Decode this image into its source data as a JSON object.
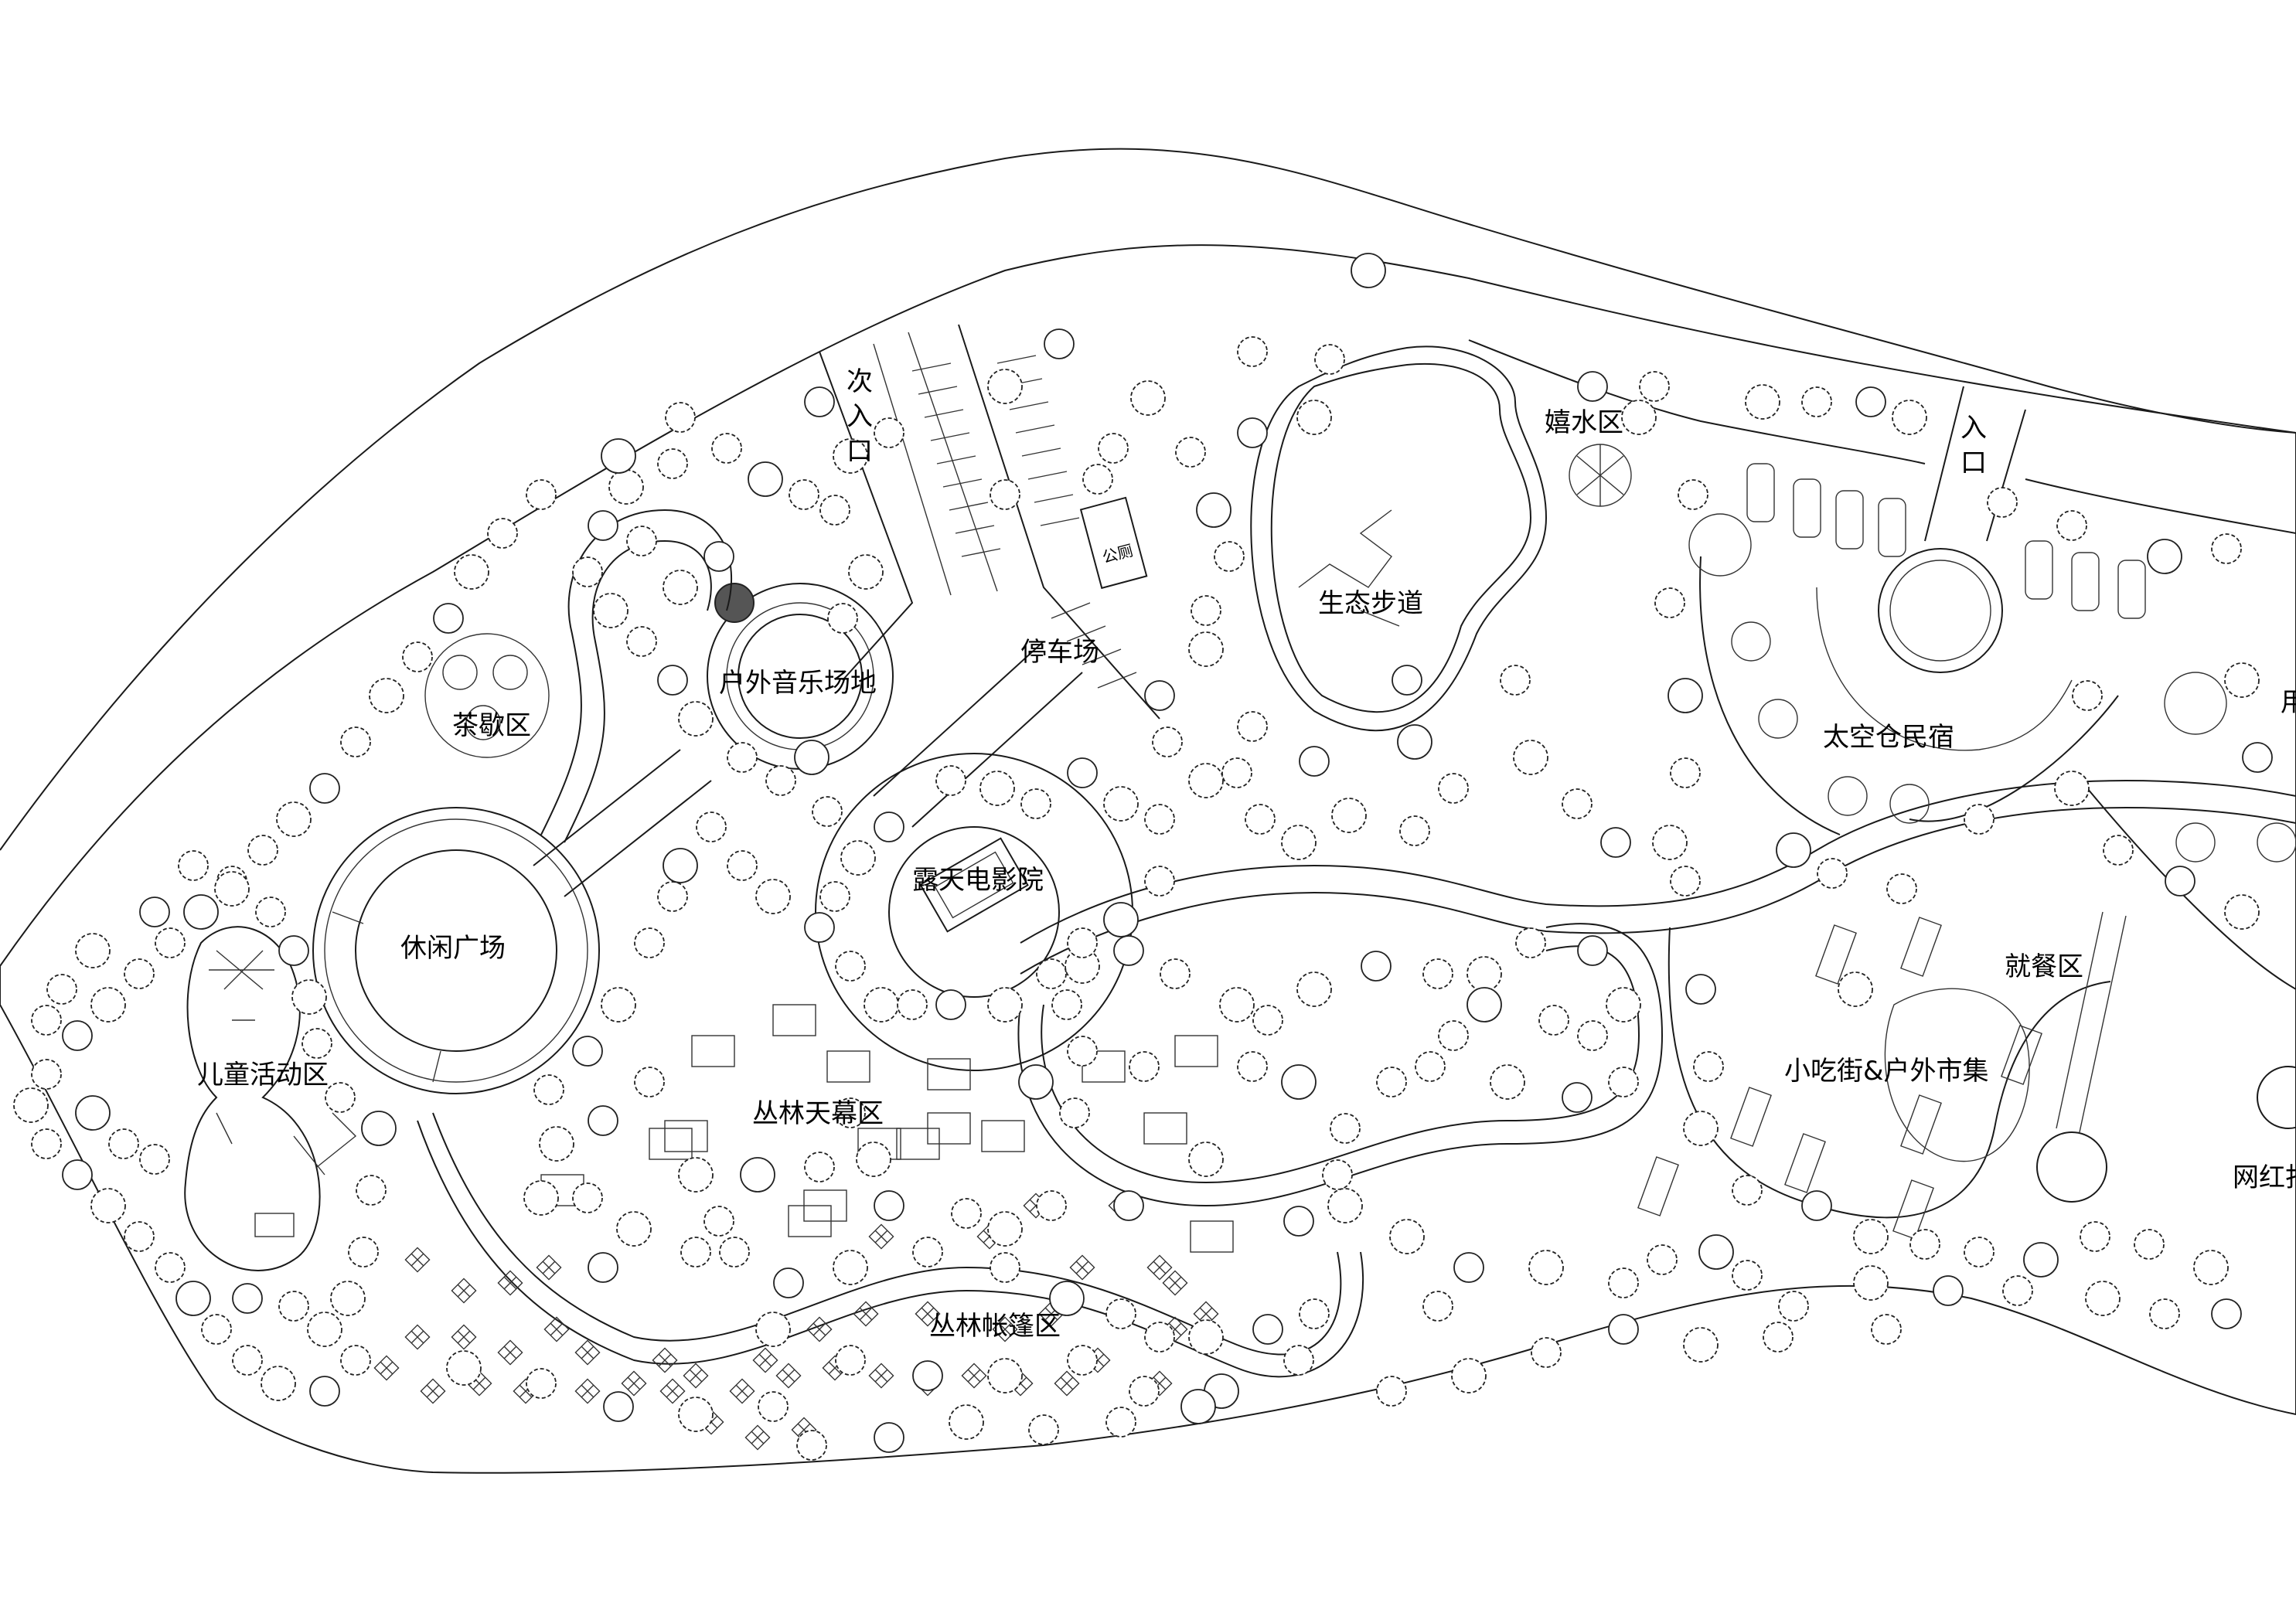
{
  "labels": {
    "secondary_entrance": [
      "次",
      "入",
      "口"
    ],
    "main_entrance": [
      "入",
      "口"
    ],
    "toilet": "公厕",
    "parking": "停车场",
    "tea_area": "茶歇区",
    "outdoor_music": "户外音乐场地",
    "leisure_plaza": "休闲广场",
    "open_air_cinema": "露天电影院",
    "eco_trail": "生态步道",
    "water_play": "嬉水区",
    "space_capsule_hotel": "太空仓民宿",
    "dining_area": "就餐区",
    "snack_street": "小吃街&户外市集",
    "children_area": "儿童活动区",
    "jungle_canopy": "丛林天幕区",
    "jungle_tent": "丛林帐篷区",
    "internet_celebrity": "网红打",
    "edge_fragment": "用"
  },
  "colors": {
    "line": "#1a1a1a",
    "background": "#ffffff"
  }
}
